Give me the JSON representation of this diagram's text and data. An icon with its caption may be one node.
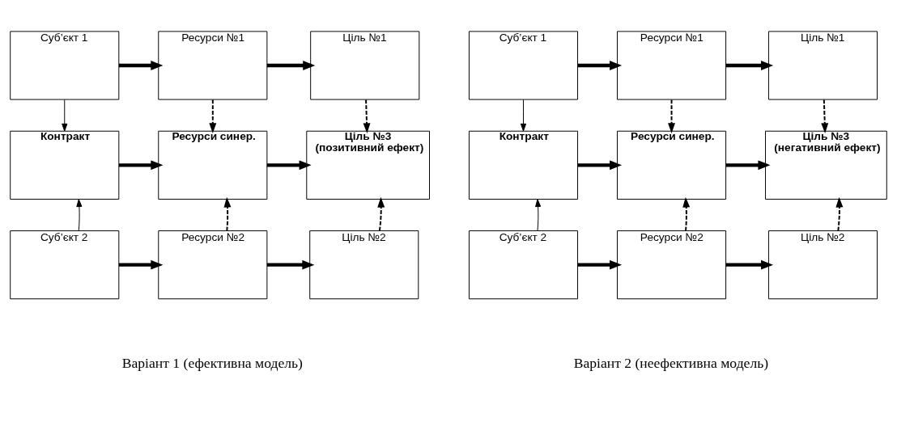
{
  "diagram": {
    "nodes": [
      {
        "text": [
          "Суб’єкт 1"
        ]
      },
      {
        "text": [
          "Ресурси №1"
        ]
      },
      {
        "text": [
          "Ціль №1"
        ]
      },
      {
        "text": [
          "Контракт"
        ]
      },
      {
        "text": [
          "Ресурси синер."
        ]
      },
      {
        "text": [
          "Ціль №3",
          "(позитивний ефект)"
        ]
      },
      {
        "text": [
          "Суб’єкт 2"
        ]
      },
      {
        "text": [
          "Ресурси №2"
        ]
      },
      {
        "text": [
          "Ціль №2"
        ]
      },
      {
        "text": [
          "Суб’єкт 1"
        ]
      },
      {
        "text": [
          "Ресурси №1"
        ]
      },
      {
        "text": [
          "Ціль №1"
        ]
      },
      {
        "text": [
          "Контракт"
        ]
      },
      {
        "text": [
          "Ресурси синер."
        ]
      },
      {
        "text": [
          "Ціль №3",
          "(негативний ефект)"
        ]
      },
      {
        "text": [
          "Суб’єкт 2"
        ]
      },
      {
        "text": [
          "Ресурси №2"
        ]
      },
      {
        "text": [
          "Ціль №2"
        ]
      }
    ],
    "edges": [
      {
        "from": 0,
        "to": 1,
        "arrow": "to",
        "style": "thick"
      },
      {
        "from": 1,
        "to": 2,
        "arrow": "to",
        "style": "thick"
      },
      {
        "from": 0,
        "to": 3,
        "arrow": "to"
      },
      {
        "from": 1,
        "to": 4,
        "arrow": "to",
        "style": "dashed"
      },
      {
        "from": 2,
        "to": 5,
        "arrow": "to",
        "style": "dashed"
      },
      {
        "from": 3,
        "to": 4,
        "arrow": "to",
        "style": "thick"
      },
      {
        "from": 4,
        "to": 5,
        "arrow": "to",
        "style": "thick"
      },
      {
        "from": 6,
        "to": 3,
        "arrow": "to"
      },
      {
        "from": 7,
        "to": 4,
        "arrow": "to",
        "style": "dashed"
      },
      {
        "from": 8,
        "to": 5,
        "arrow": "to",
        "style": "dashed"
      },
      {
        "from": 6,
        "to": 7,
        "arrow": "to",
        "style": "thick"
      },
      {
        "from": 7,
        "to": 8,
        "arrow": "to",
        "style": "thick"
      },
      {
        "from": 9,
        "to": 10,
        "arrow": "to",
        "style": "thick"
      },
      {
        "from": 10,
        "to": 11,
        "arrow": "to",
        "style": "thick"
      },
      {
        "from": 9,
        "to": 12,
        "arrow": "to"
      },
      {
        "from": 10,
        "to": 13,
        "arrow": "to",
        "style": "dashed"
      },
      {
        "from": 11,
        "to": 14,
        "arrow": "to",
        "style": "dashed"
      },
      {
        "from": 12,
        "to": 13,
        "arrow": "to",
        "style": "thick"
      },
      {
        "from": 13,
        "to": 14,
        "arrow": "to",
        "style": "thick"
      },
      {
        "from": 15,
        "to": 12,
        "arrow": "to"
      },
      {
        "from": 16,
        "to": 13,
        "arrow": "to",
        "style": "dashed"
      },
      {
        "from": 17,
        "to": 14,
        "arrow": "to",
        "style": "dashed"
      },
      {
        "from": 15,
        "to": 16,
        "arrow": "to",
        "style": "thick"
      },
      {
        "from": 16,
        "to": 17,
        "arrow": "to",
        "style": "thick"
      }
    ],
    "labels": [
      "Варіант 1 (ефективна модель)",
      "Варіант 2 (неефективна модель)"
    ]
  }
}
